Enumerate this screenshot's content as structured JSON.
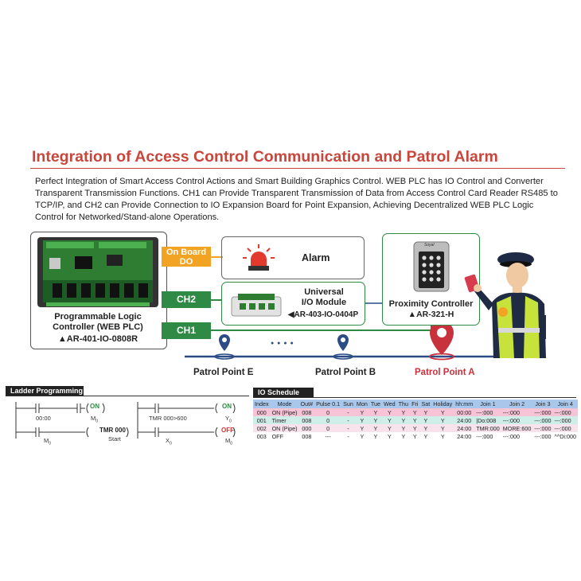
{
  "title": "Integration of Access Control Communication and Patrol Alarm",
  "intro": "Perfect Integration of Smart Access Control Actions and Smart Building Graphics Control. WEB PLC has IO Control and Converter Transparent Transmission Functions. CH1 can Provide Transparent Transmission of Data from Access Control Card Reader RS485 to TCP/IP, and CH2 can Provide Connection to IO Expansion Board for Point Expansion, Achieving Decentralized WEB PLC Logic Control for Networked/Stand-alone Operations.",
  "colors": {
    "title": "#c8463c",
    "green": "#2f8a45",
    "orange": "#f2a323",
    "red": "#c8323c",
    "blue": "#2c4c86"
  },
  "plc": {
    "line1": "Programmable Logic",
    "line2": "Controller (WEB PLC)",
    "model": "▲AR-401-IO-0808R"
  },
  "tags": {
    "onboard_do_1": "On Board",
    "onboard_do_2": "DO",
    "ch2": "CH2",
    "ch1": "CH1"
  },
  "alarm": {
    "label": "Alarm",
    "icon": "siren-icon"
  },
  "io_module": {
    "line1": "Universal",
    "line2": "I/O Module",
    "model": "◀AR-403-IO-0404P"
  },
  "proximity": {
    "line1": "Proximity Controller",
    "model": "▲AR-321-H",
    "brand": "Soyal"
  },
  "dots": "● ● ● ●",
  "patrol_points": {
    "e": "Patrol Point E",
    "b": "Patrol Point B",
    "a": "Patrol Point A"
  },
  "ladder": {
    "header": "Ladder Programming",
    "rung1_left_label": "00:00",
    "rung1_coil": "ON",
    "rung1_coil_sub": "M",
    "rung1_coil_sub_idx": "0",
    "rung2_contact": "M",
    "rung2_contact_idx": "0",
    "rung2_coil": "TMR 000",
    "rung2_coil_sub": "Start",
    "rung3_left_label": "TMR 000>600",
    "rung3_coil": "ON",
    "rung3_coil_sub": "Y",
    "rung3_coil_sub_idx": "0",
    "rung4_contact": "X",
    "rung4_contact_idx": "0",
    "rung4_coil": "OFF",
    "rung4_coil_sub": "M",
    "rung4_coil_sub_idx": "0"
  },
  "schedule": {
    "header": "IO Schedule",
    "columns": [
      "Index",
      "Mode",
      "Out#",
      "Pulse 0.1",
      "Sun",
      "Mon",
      "Tue",
      "Wed",
      "Thu",
      "Fri",
      "Sat",
      "Holiday",
      "hh:mm",
      "Join 1",
      "Join 2",
      "Join 3",
      "Join 4"
    ],
    "rows": [
      [
        "000",
        "ON (Pipe)",
        "008",
        "0",
        "-",
        "Y",
        "Y",
        "Y",
        "Y",
        "Y",
        "Y",
        "Y",
        "00:00",
        "---:000",
        "---:000",
        "---:000",
        "---:000"
      ],
      [
        "001",
        "Timer",
        "008",
        "0",
        "-",
        "Y",
        "Y",
        "Y",
        "Y",
        "Y",
        "Y",
        "Y",
        "24:00",
        "|Do:008",
        "---:000",
        "---:000",
        "---:000"
      ],
      [
        "002",
        "ON (Pipe)",
        "000",
        "0",
        "-",
        "Y",
        "Y",
        "Y",
        "Y",
        "Y",
        "Y",
        "Y",
        "24:00",
        "TMR:000",
        "MORE:600",
        "---:000",
        "---:000"
      ],
      [
        "003",
        "OFF",
        "008",
        "---",
        "-",
        "Y",
        "Y",
        "Y",
        "Y",
        "Y",
        "Y",
        "Y",
        "24:00",
        "---:000",
        "---:000",
        "---:000",
        "^^Di:000"
      ]
    ]
  }
}
